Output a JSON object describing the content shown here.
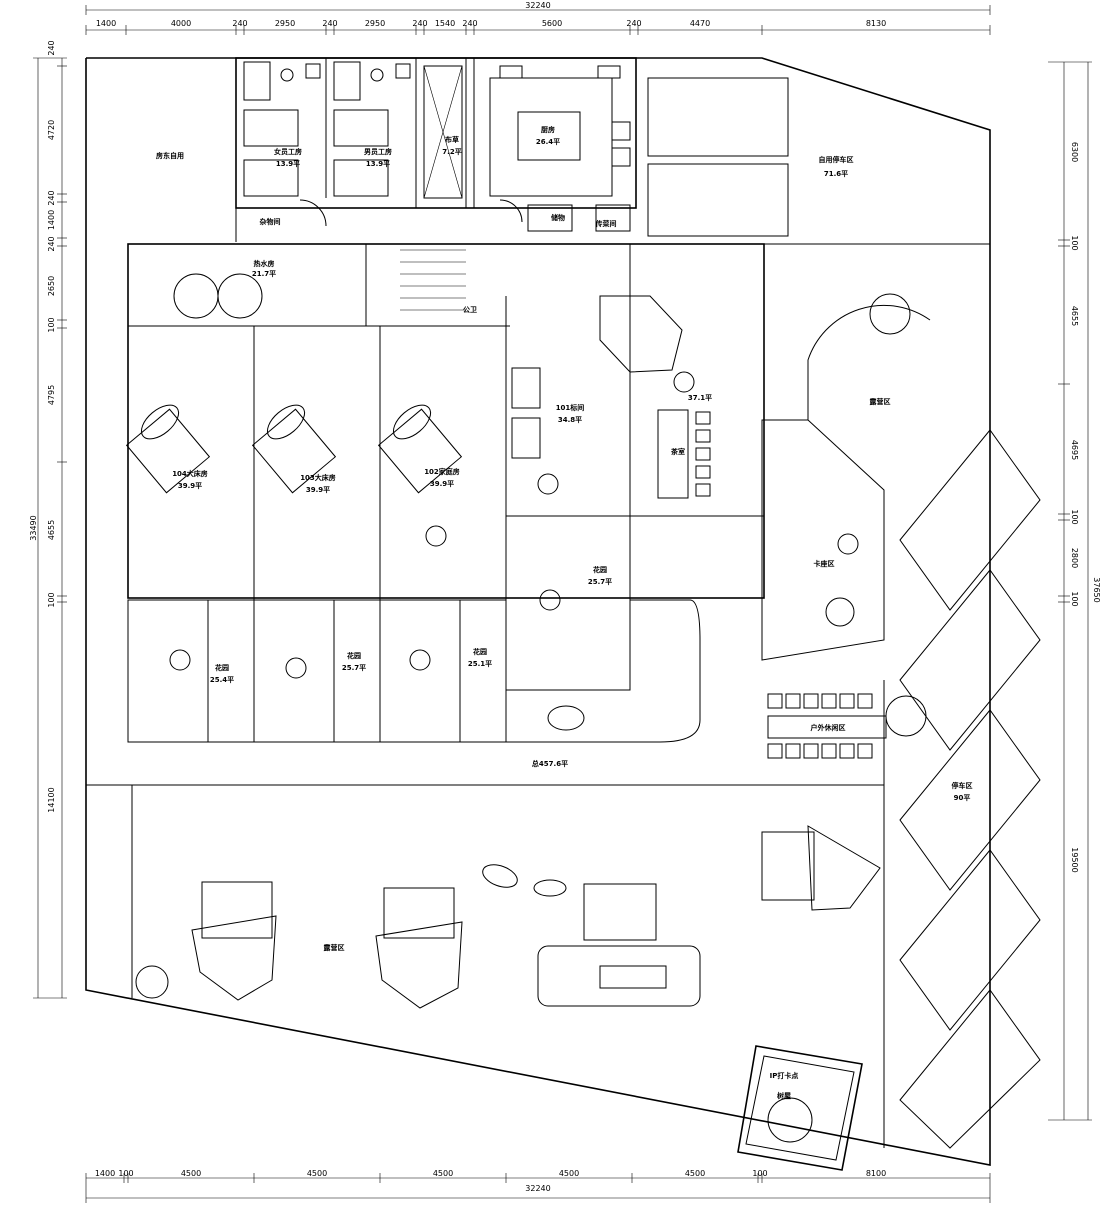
{
  "dims": {
    "top_total": "32240",
    "top_segments": [
      "1400",
      "4000",
      "240",
      "2950",
      "240",
      "2950",
      "240",
      "1540",
      "240",
      "5600",
      "240",
      "4470",
      "8130"
    ],
    "bottom_total": "32240",
    "bottom_segments": [
      "1400",
      "100",
      "4500",
      "4500",
      "4500",
      "4500",
      "4500",
      "100",
      "8100"
    ],
    "left_total": "33490",
    "left_segments": [
      "240",
      "4720",
      "240",
      "1400",
      "240",
      "2650",
      "100",
      "4795",
      "4655",
      "100",
      "14100"
    ],
    "right_total": "37650",
    "right_segments": [
      "6300",
      "100",
      "4655",
      "4695",
      "100",
      "2800",
      "100",
      "19500"
    ]
  },
  "rooms": {
    "landlord": "房东自用",
    "female_staff": "女员工房",
    "female_staff_area": "13.9平",
    "male_staff": "男员工房",
    "male_staff_area": "13.9平",
    "linen": "布草",
    "linen_area": "7.2平",
    "kitchen": "厨房",
    "kitchen_area": "26.4平",
    "parking_private": "自用停车区",
    "parking_private_area": "71.6平",
    "storage": "杂物间",
    "store": "储物",
    "pantry": "传菜间",
    "boiler": "热水房",
    "boiler_area": "21.7平",
    "public_wc": "公卫",
    "lounge_area": "37.1平",
    "tea": "茶室",
    "room101": "101标间",
    "room101_area": "34.8平",
    "room104": "104大床房",
    "room104_area": "39.9平",
    "room103": "103大床房",
    "room103_area": "39.9平",
    "room102": "102家庭房",
    "room102_area": "39.9平",
    "garden1": "花园",
    "garden1_area": "25.7平",
    "garden104": "花园",
    "garden104_area": "25.4平",
    "garden103": "花园",
    "garden103_area": "25.7平",
    "garden102": "花园",
    "garden102_area": "25.1平",
    "yard_label": "露营区",
    "card_area": "卡座区",
    "outdoor_rest": "户外休闲区",
    "total": "总457.6平",
    "camp": "露营区",
    "parking": "停车区",
    "parking_area": "90平",
    "ip_spot": "IP打卡点",
    "ip_sub": "树屋"
  }
}
